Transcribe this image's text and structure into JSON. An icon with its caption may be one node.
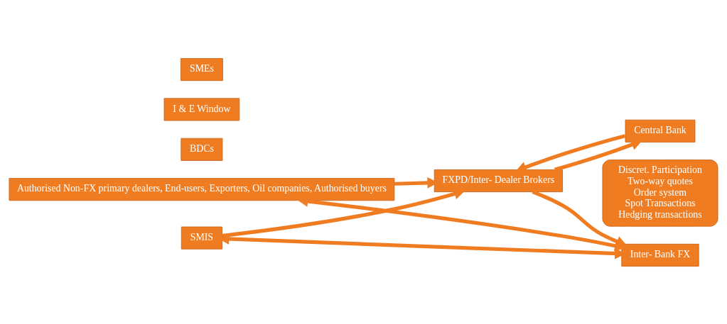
{
  "diagram": {
    "nodes": [
      {
        "text": [
          "Inter- Bank FX"
        ]
      },
      {
        "text": [
          "FXPD/Inter- Dealer Brokers"
        ]
      },
      {
        "text": [
          "Central Bank"
        ]
      },
      {
        "text": [
          "Discret. Participation",
          "Two-way quotes",
          "Order system",
          "Spot Transactions",
          "Hedging transactions"
        ]
      },
      {
        "text": [
          "SMIS"
        ]
      },
      {
        "text": [
          "Authorised Non-FX primary dealers, End-users, Exporters, Oil companies, Authorised buyers"
        ]
      },
      {
        "text": [
          "SMEs"
        ]
      },
      {
        "text": [
          "I & E Window"
        ]
      },
      {
        "text": [
          "BDCs"
        ]
      }
    ],
    "edges": [
      {
        "from": 1,
        "to": 0,
        "arrow": "to"
      },
      {
        "from": 2,
        "to": 1,
        "arrow": "to"
      },
      {
        "from": 1,
        "to": 2,
        "arrow": "to"
      },
      {
        "from": 4,
        "to": 1,
        "arrow": "to"
      },
      {
        "from": 5,
        "to": 1,
        "arrow": "to"
      },
      {
        "from": 5,
        "to": 0,
        "arrow": "both"
      },
      {
        "from": 4,
        "to": 0,
        "arrow": "both"
      }
    ]
  }
}
